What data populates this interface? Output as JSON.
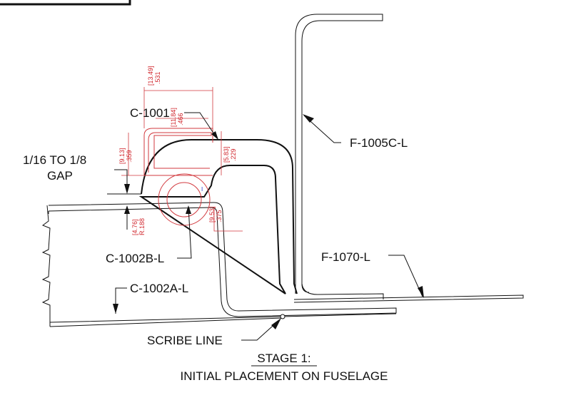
{
  "drawing": {
    "caption_title": "STAGE 1:",
    "caption_subtitle": "INITIAL PLACEMENT ON FUSELAGE",
    "callouts": {
      "c1001": "C-1001",
      "gap_line1": "1/16 TO 1/8",
      "gap_line2": "GAP",
      "c1002b": "C-1002B-L",
      "c1002a": "C-1002A-L",
      "f1005c": "F-1005C-L",
      "f1070": "F-1070-L",
      "scribe": "SCRIBE LINE"
    },
    "dimensions": {
      "width_mm": "[13.49]",
      "width_in": ".531",
      "inner_mm": "[11.84]",
      "inner_in": ".466",
      "height_mm": "[9.13]",
      "height_in": ".359",
      "flange_mm": "[5.83]",
      "flange_in": ".229",
      "radius_mm": "[4.76]",
      "radius_in": "R.188",
      "offset_mm": "[9.53]",
      "offset_in": ".375"
    },
    "colors": {
      "ink": "#111111",
      "dimension": "#d0232a"
    }
  }
}
